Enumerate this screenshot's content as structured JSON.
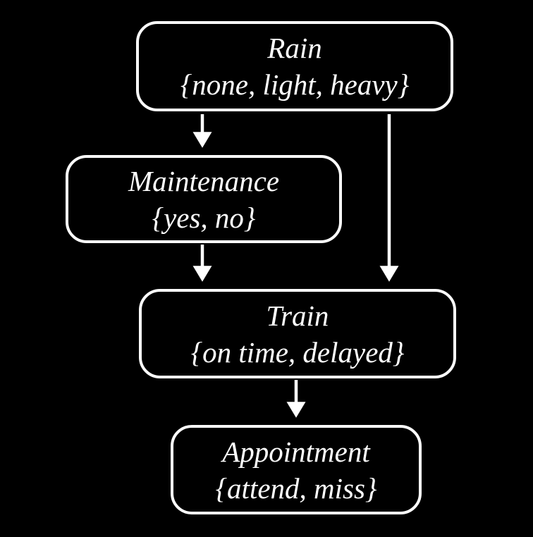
{
  "diagram": {
    "background_color": "#000000",
    "node_border_color": "#ffffff",
    "text_color": "#ffffff",
    "arrow_color": "#ffffff"
  },
  "nodes": {
    "rain": {
      "label": "Rain",
      "values": "{none, light, heavy}"
    },
    "maintenance": {
      "label": "Maintenance",
      "values": "{yes, no}"
    },
    "train": {
      "label": "Train",
      "values": "{on time, delayed}"
    },
    "appointment": {
      "label": "Appointment",
      "values": "{attend, miss}"
    }
  },
  "edges": [
    {
      "from": "Rain",
      "to": "Maintenance"
    },
    {
      "from": "Rain",
      "to": "Train"
    },
    {
      "from": "Maintenance",
      "to": "Train"
    },
    {
      "from": "Train",
      "to": "Appointment"
    }
  ]
}
